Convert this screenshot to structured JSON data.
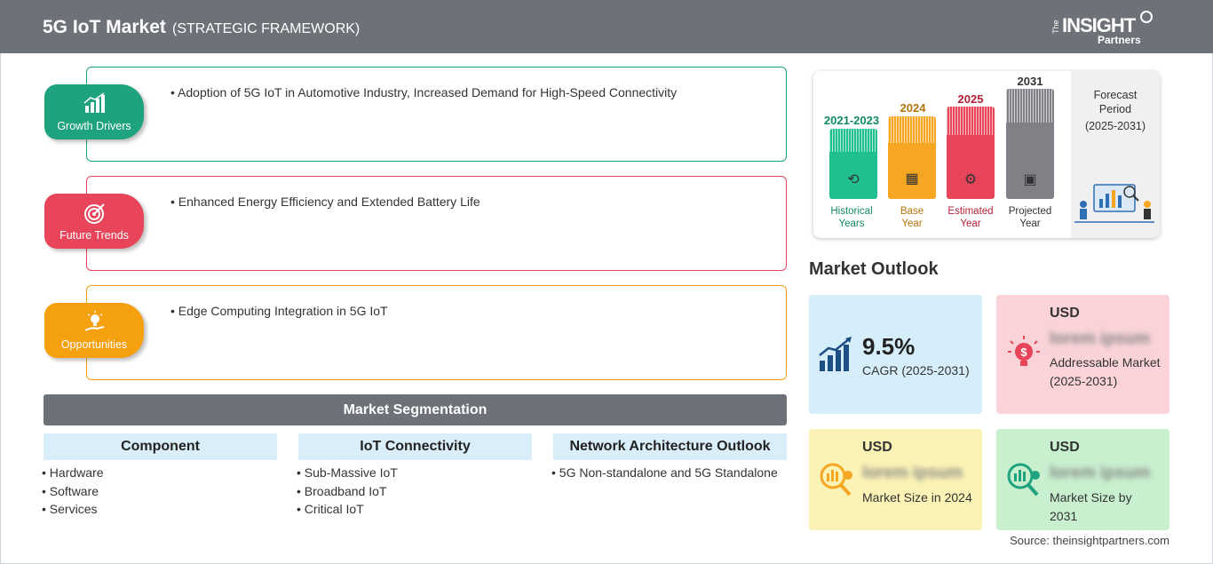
{
  "header": {
    "title": "5G IoT Market",
    "subtitle": "(STRATEGIC FRAMEWORK)",
    "logo": {
      "the": "The",
      "insight": "INSIGHT",
      "partners": "Partners"
    }
  },
  "framework": [
    {
      "badge": "Growth Drivers",
      "icon": "bar-chart-icon",
      "color": "#1fa37f",
      "text": "Adoption of 5G IoT in Automotive Industry, Increased Demand for High-Speed Connectivity"
    },
    {
      "badge": "Future Trends",
      "icon": "target-icon",
      "color": "#e8455a",
      "text": "Enhanced Energy Efficiency and Extended Battery Life"
    },
    {
      "badge": "Opportunities",
      "icon": "lightbulb-hand-icon",
      "color": "#f5a00f",
      "text": "Edge Computing Integration in 5G IoT"
    }
  ],
  "segmentation": {
    "title": "Market Segmentation",
    "columns": [
      {
        "heading": "Component",
        "items": [
          "Hardware",
          "Software",
          "Services"
        ]
      },
      {
        "heading": "IoT Connectivity",
        "items": [
          "Sub-Massive IoT",
          "Broadband IoT",
          "Critical IoT"
        ]
      },
      {
        "heading": "Network Architecture Outlook",
        "items": [
          "5G Non-standalone and 5G Standalone"
        ]
      }
    ]
  },
  "timeline": {
    "columns": [
      {
        "year": "2021-2023",
        "label1": "Historical",
        "label2": "Years",
        "color": "#1fbf8f",
        "text_color": "#138a66",
        "icon": "history-icon"
      },
      {
        "year": "2024",
        "label1": "Base",
        "label2": "Year",
        "color": "#f5a623",
        "text_color": "#b5740a",
        "icon": "calendar-icon"
      },
      {
        "year": "2025",
        "label1": "Estimated",
        "label2": "Year",
        "color": "#e8455a",
        "text_color": "#b52036",
        "icon": "gears-icon"
      },
      {
        "year": "2031",
        "label1": "Projected",
        "label2": "Year",
        "color": "#7f8186",
        "text_color": "#333333",
        "icon": "presentation-icon"
      }
    ],
    "forecast": {
      "line1": "Forecast",
      "line2": "Period",
      "period": "(2025-2031)"
    }
  },
  "outlook": {
    "title": "Market Outlook",
    "cagr": {
      "value": "9.5%",
      "label": "CAGR (2025-2031)",
      "bg": "#d6eef9",
      "icon": "growth-chart-icon"
    },
    "addressable": {
      "usd": "USD",
      "value": "lorem ipsum",
      "label": "Addressable Market (2025-2031)",
      "bg": "#f9d3d8",
      "icon": "dollar-bulb-icon"
    },
    "size_2024": {
      "usd": "USD",
      "value": "lorem ipsum",
      "label": "Market Size in 2024",
      "bg": "#fbf3b5",
      "icon": "money-magnifier-icon"
    },
    "size_2031": {
      "usd": "USD",
      "value": "lorem ipsum",
      "label": "Market Size by 2031",
      "bg": "#c8efce",
      "icon": "money-magnifier-green-icon"
    }
  },
  "source": "Source: theinsightpartners.com"
}
